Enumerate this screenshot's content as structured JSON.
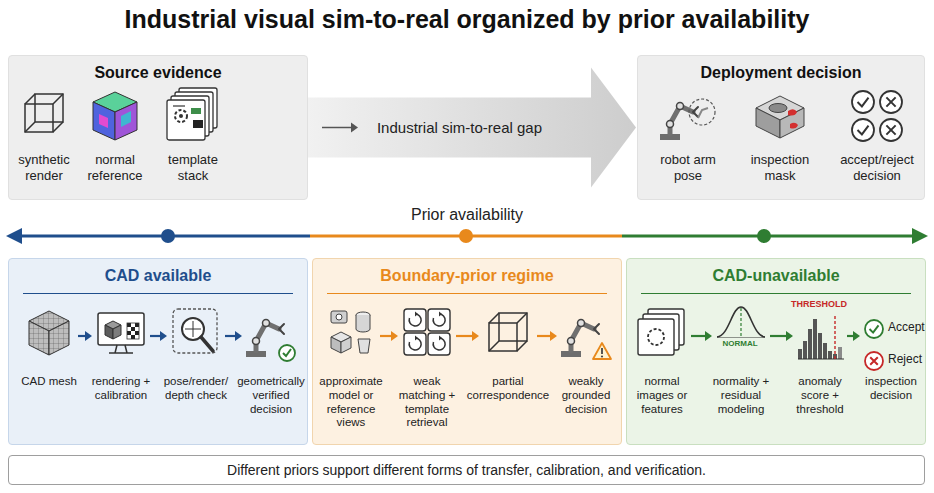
{
  "diagram": {
    "title": "Industrial visual sim-to-real organized by prior availability",
    "caption": "Different priors support different forms of transfer, calibration, and verification.",
    "nodes": [
      {
        "text": [
          "Source evidence"
        ]
      },
      {
        "text": [
          "synthetic render"
        ],
        "in": 0
      },
      {
        "text": [
          "normal reference"
        ],
        "in": 0
      },
      {
        "text": [
          "template stack"
        ],
        "in": 0
      },
      {
        "text": [
          "Deployment decision"
        ]
      },
      {
        "text": [
          "robot arm pose"
        ],
        "in": 4
      },
      {
        "text": [
          "inspection mask"
        ],
        "in": 4
      },
      {
        "text": [
          "accept/reject decision"
        ],
        "in": 4
      },
      {
        "text": [
          "CAD available"
        ]
      },
      {
        "text": [
          "CAD mesh"
        ],
        "in": 8
      },
      {
        "text": [
          "rendering + calibration"
        ],
        "in": 8
      },
      {
        "text": [
          "pose/render/ depth check"
        ],
        "in": 8
      },
      {
        "text": [
          "geometrically verified decision"
        ],
        "in": 8
      },
      {
        "text": [
          "Boundary-prior regime"
        ]
      },
      {
        "text": [
          "approximate model or reference views"
        ],
        "in": 13
      },
      {
        "text": [
          "weak matching + template retrieval"
        ],
        "in": 13
      },
      {
        "text": [
          "partial correspondence"
        ],
        "in": 13
      },
      {
        "text": [
          "weakly grounded decision"
        ],
        "in": 13
      },
      {
        "text": [
          "CAD-unavailable"
        ]
      },
      {
        "text": [
          "normal images or features"
        ],
        "in": 18
      },
      {
        "text": [
          "normality + residual modeling"
        ],
        "in": 18
      },
      {
        "text": [
          "anomaly score + threshold"
        ],
        "in": 18
      },
      {
        "text": [
          "inspection decision"
        ],
        "in": 18
      }
    ],
    "edges": [
      {
        "from": 0,
        "to": 4,
        "label": "Industrial sim-to-real gap",
        "arrow": "to"
      },
      {
        "from": 9,
        "to": 10,
        "arrow": "to"
      },
      {
        "from": 10,
        "to": 11,
        "arrow": "to"
      },
      {
        "from": 11,
        "to": 12,
        "arrow": "to"
      },
      {
        "from": 14,
        "to": 15,
        "arrow": "to"
      },
      {
        "from": 15,
        "to": 16,
        "arrow": "to"
      },
      {
        "from": 16,
        "to": 17,
        "arrow": "to"
      },
      {
        "from": 19,
        "to": 20,
        "arrow": "to"
      },
      {
        "from": 20,
        "to": 21,
        "arrow": "to"
      },
      {
        "from": 21,
        "to": 22,
        "arrow": "to"
      }
    ],
    "labels": [
      "Prior availability",
      "NORMAL",
      "THRESHOLD",
      "Accept",
      "Reject"
    ]
  }
}
